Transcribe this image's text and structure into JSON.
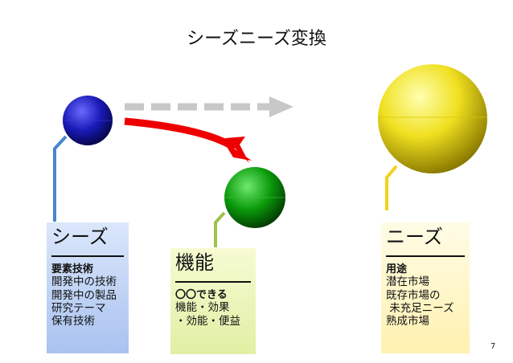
{
  "title": "シーズニーズ変換",
  "seeds": {
    "heading": "シーズ",
    "subheading": "要素技術",
    "items": [
      "開発中の技術",
      "開発中の製品",
      "研究テーマ",
      "保有技術"
    ]
  },
  "function": {
    "heading": "機能",
    "subheading": "〇〇できる",
    "items": [
      "機能・効果",
      "・効能・便益"
    ]
  },
  "needs": {
    "heading": "ニーズ",
    "subheading": "用途",
    "items": [
      "潜在市場",
      "既存市場の",
      " 未充足ニーズ",
      "熟成市場"
    ]
  },
  "page_number": "7",
  "colors": {
    "seeds_sphere": "#1a1ab8",
    "function_sphere": "#0a8a0a",
    "needs_sphere": "#d8c400",
    "red_arrow": "#ee0000",
    "dashed_arrow": "#c8c8c8",
    "seeds_leader": "#4a86d0",
    "function_leader": "#9fc24a",
    "needs_leader": "#f2d21a"
  }
}
